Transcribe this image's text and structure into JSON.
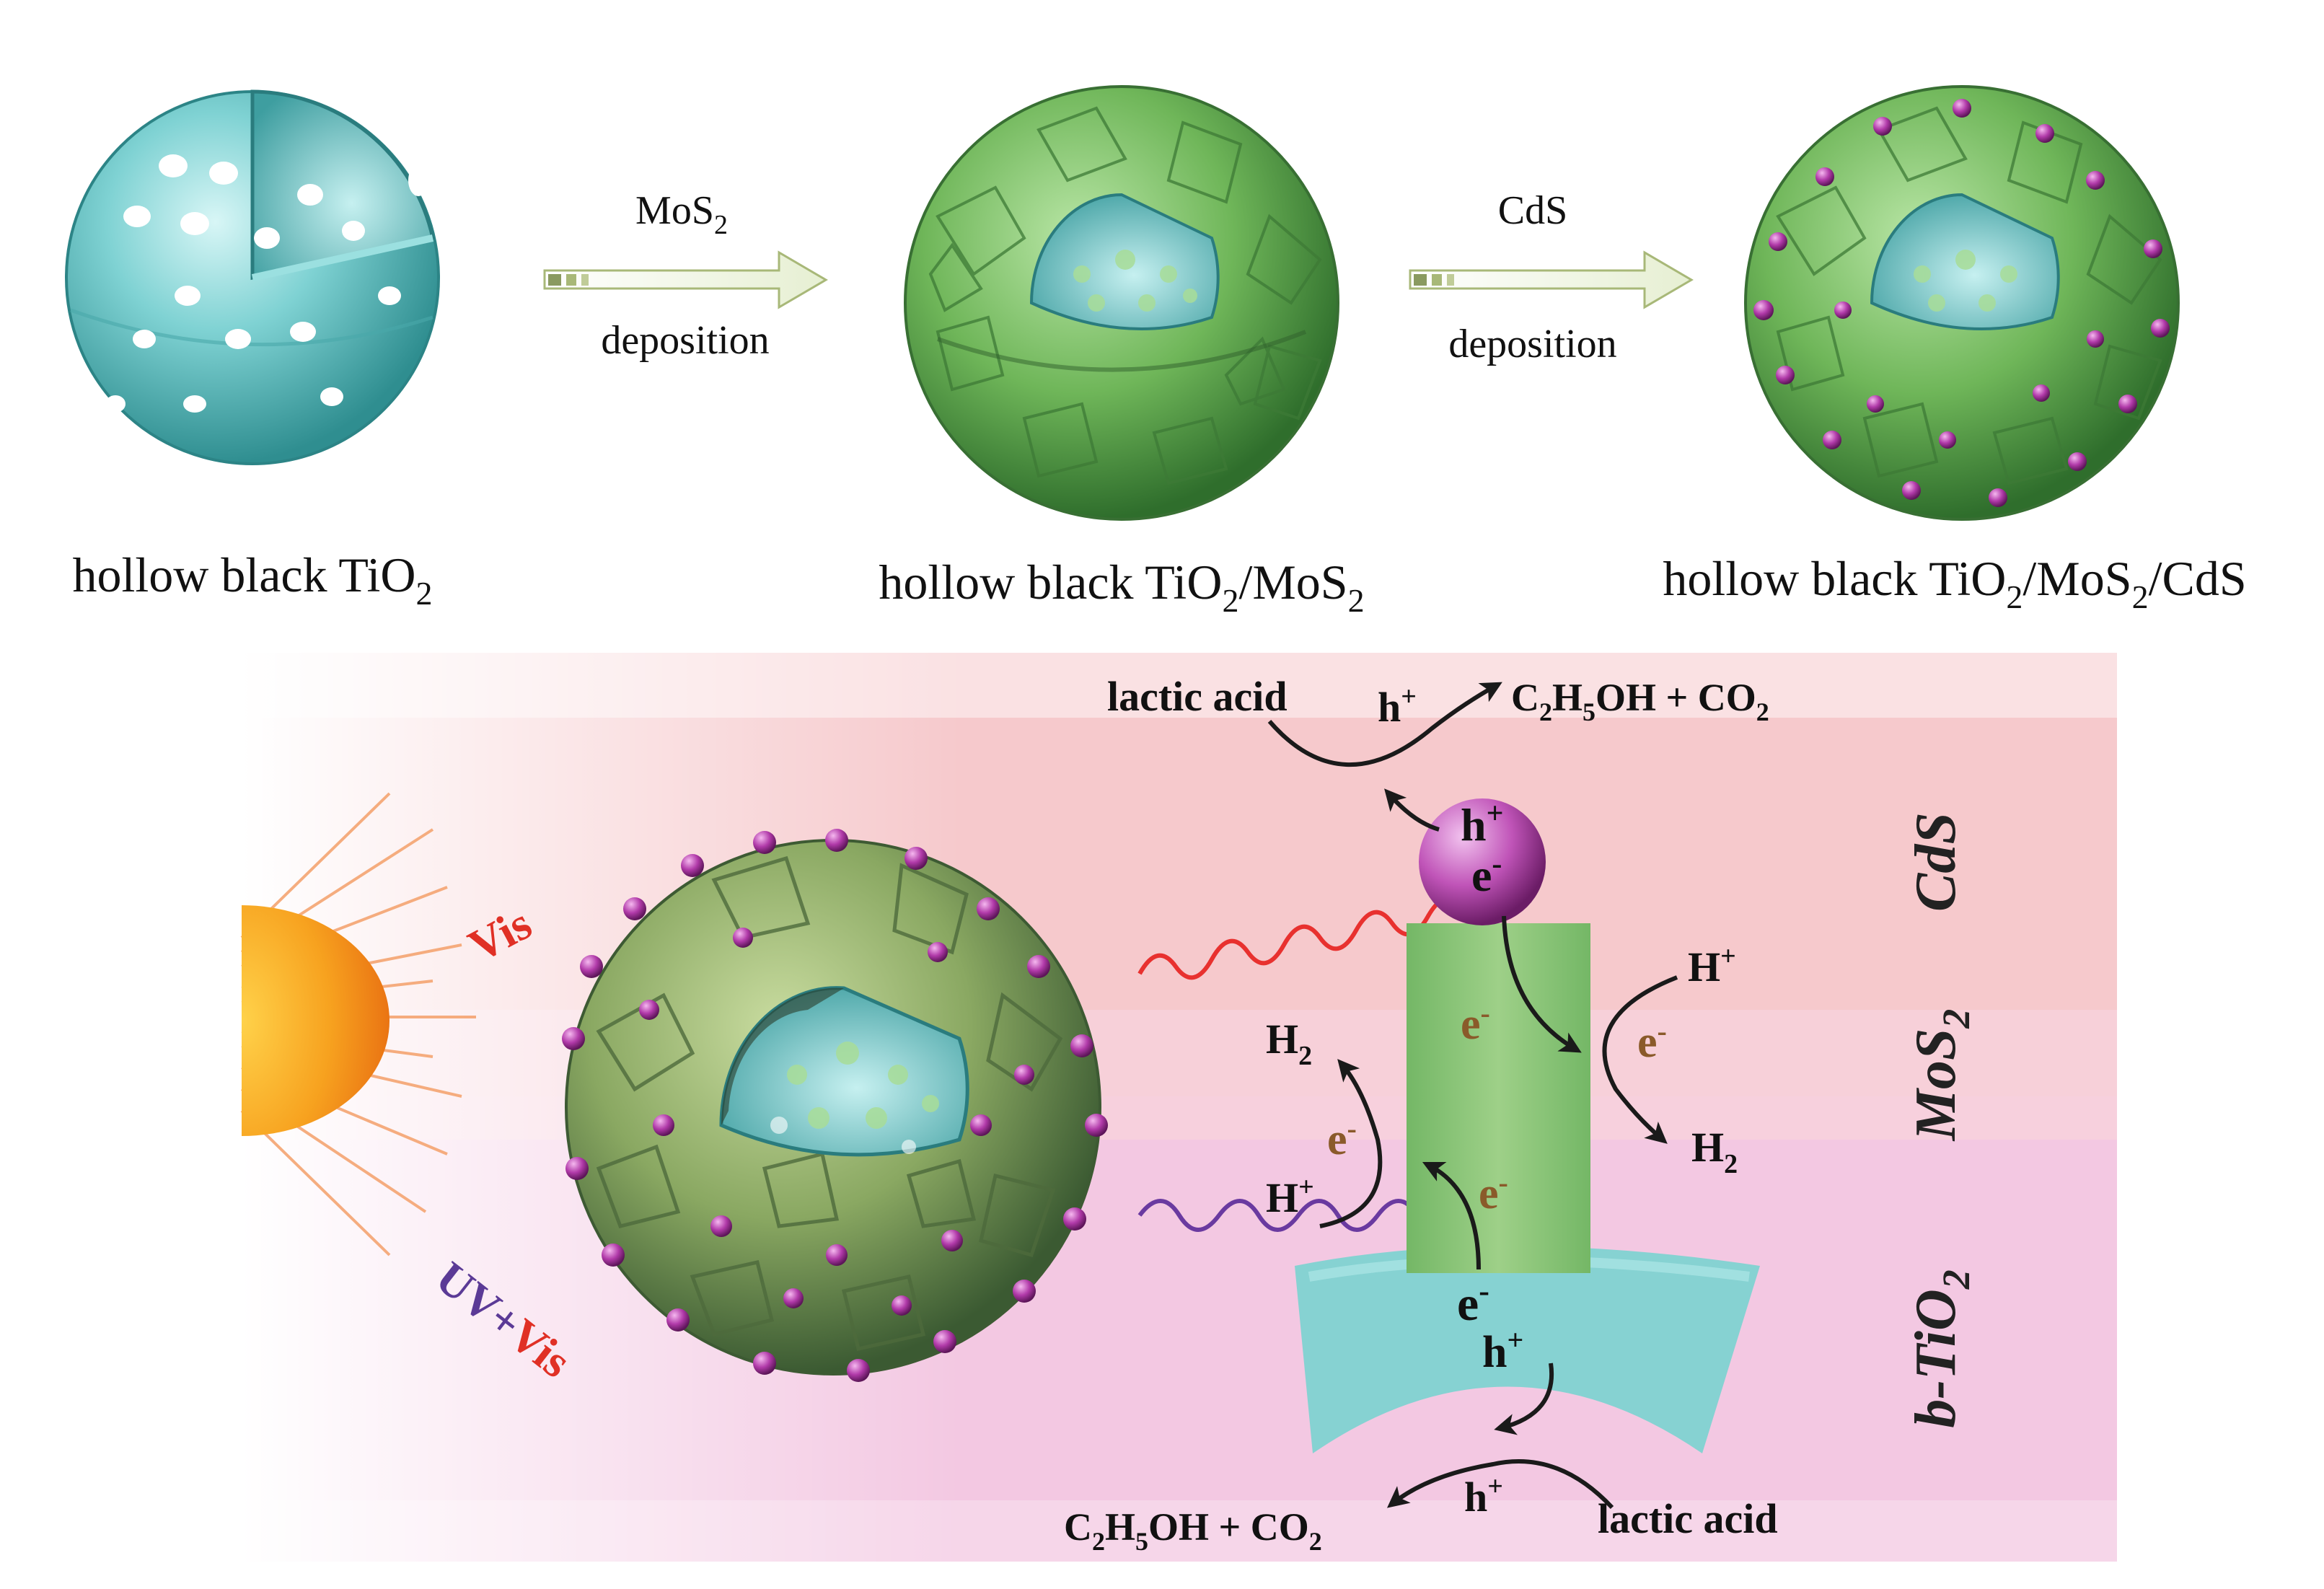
{
  "process": {
    "step1": {
      "label": "hollow black TiO",
      "label_sub": "2"
    },
    "arrow1": {
      "reagent": "MoS",
      "reagent_sub": "2",
      "action": "deposition"
    },
    "step2": {
      "label": "hollow black TiO",
      "label_sub1": "2",
      "label_mid": "/MoS",
      "label_sub2": "2"
    },
    "arrow2": {
      "reagent": "CdS",
      "action": "deposition"
    },
    "step3": {
      "label": "hollow black TiO",
      "label_sub1": "2",
      "label_mid1": "/MoS",
      "label_sub2": "2",
      "label_end": "/CdS"
    }
  },
  "mechanism": {
    "light_vis": "Vis",
    "light_uvvis_uv": "UV",
    "light_uvvis_plus": "+",
    "light_uvvis_vis": "Vis",
    "layers": {
      "cds": "CdS",
      "mos2": "MoS",
      "mos2_sub": "2",
      "tio2": "b-TiO",
      "tio2_sub": "2"
    },
    "top_reaction": {
      "reactant": "lactic acid",
      "hole": "h",
      "hole_sup": "+",
      "product_c": "C",
      "product_c_sub": "2",
      "product_h": "H",
      "product_h_sub": "5",
      "product_rest": "OH + CO",
      "product_co2_sub": "2"
    },
    "cds_particle": {
      "hole": "h",
      "hole_sup": "+",
      "electron": "e",
      "electron_sup": "-"
    },
    "mos2_center_electron": {
      "e": "e",
      "sup": "-"
    },
    "mos2_right": {
      "proton": "H",
      "proton_sup": "+",
      "electron": "e",
      "electron_sup": "-",
      "h2": "H",
      "h2_sub": "2"
    },
    "mos2_left": {
      "h2": "H",
      "h2_sub": "2",
      "electron": "e",
      "electron_sup": "-",
      "proton": "H",
      "proton_sup": "+"
    },
    "mos2_lower_electron": {
      "e": "e",
      "sup": "-"
    },
    "tio2_charges": {
      "electron": "e",
      "electron_sup": "-",
      "hole": "h",
      "hole_sup": "+"
    },
    "bottom_reaction": {
      "reactant": "lactic acid",
      "hole": "h",
      "hole_sup": "+",
      "product_c": "C",
      "product_c_sub": "2",
      "product_h": "H",
      "product_h_sub": "5",
      "product_rest": "OH + CO",
      "product_co2_sub": "2"
    }
  },
  "colors": {
    "tio2": "#7ecfd0",
    "mos2": "#7fc06a",
    "cds": "#b43fae",
    "vis_arrow": "#e8312f",
    "uv_arrow": "#6a3aa0",
    "vis_text": "#e03025",
    "uv_text": "#5b3a96",
    "electron_brown": "#8a5a2a",
    "sun": "#f39a1e"
  }
}
